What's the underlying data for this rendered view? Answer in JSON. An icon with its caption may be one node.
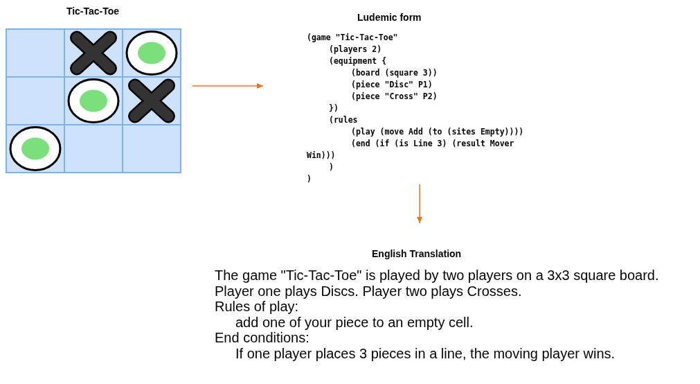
{
  "diagram": {
    "nodes": [
      {
        "text": [
          "Tic-Tac-Toe"
        ]
      },
      {
        "text": [
          "Ludemic form",
          "(game \"Tic-Tac-Toe\"",
          "(players 2)",
          "(equipment {",
          "(board (square 3))",
          "(piece \"Disc\" P1)",
          "(piece \"Cross\" P2)",
          "})",
          "(rules",
          "(play (move Add (to (sites Empty))))",
          "(end (if (is Line 3) (result Mover Win)))",
          ")",
          ")"
        ]
      },
      {
        "text": [
          "English Translation",
          "The game \"Tic-Tac-Toe\" is played by two players on a 3x3 square board.",
          "Player one plays Discs. Player two plays Crosses.",
          "Rules of play:",
          "add one of your piece to an empty cell.",
          "End conditions:",
          "If one player places 3 pieces in a line, the moving player wins."
        ]
      }
    ],
    "edges": [
      {
        "from": 0,
        "to": 1,
        "arrow": "to"
      },
      {
        "from": 1,
        "to": 2,
        "arrow": "to"
      }
    ]
  }
}
